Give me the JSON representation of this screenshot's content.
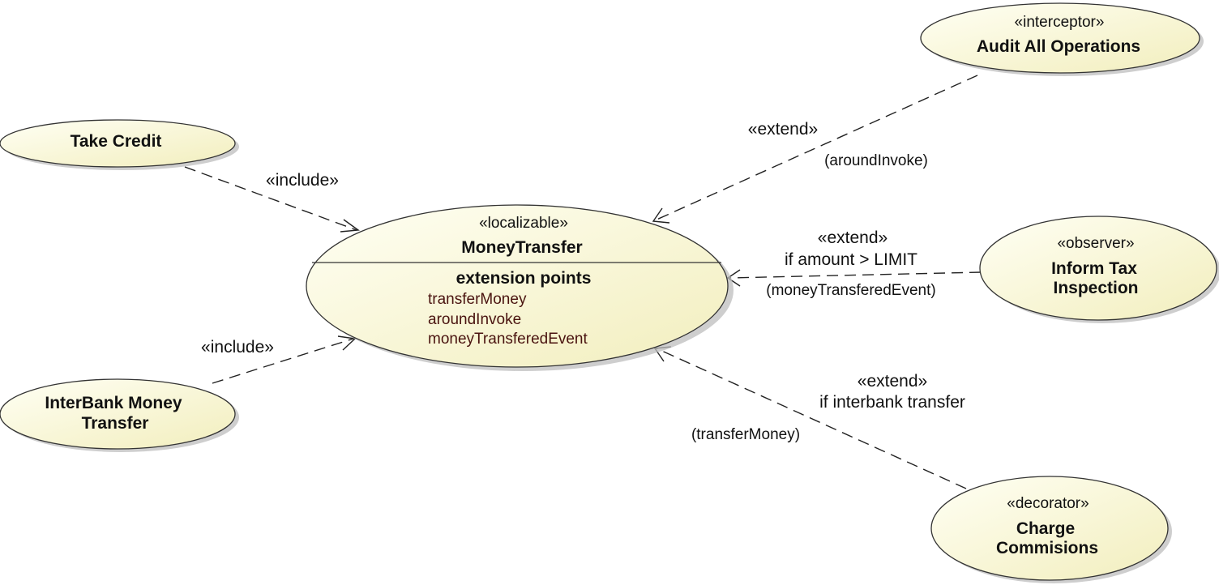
{
  "colors": {
    "usecase_fill_light": "#fffff0",
    "usecase_fill_dark": "#f3f0c2",
    "outline": "#333333",
    "line": "#222222",
    "extension_point_text": "#4a1410"
  },
  "main_usecase": {
    "stereotype": "«localizable»",
    "name": "MoneyTransfer",
    "extension_points_title": "extension points",
    "extension_points": [
      "transferMoney",
      "aroundInvoke",
      "moneyTransferedEvent"
    ]
  },
  "usecases": {
    "take_credit": {
      "name": "Take Credit"
    },
    "interbank": {
      "name_line1": "InterBank Money",
      "name_line2": "Transfer"
    },
    "audit": {
      "stereotype": "«interceptor»",
      "name": "Audit All Operations"
    },
    "inform_tax": {
      "stereotype": "«observer»",
      "name_line1": "Inform Tax",
      "name_line2": "Inspection"
    },
    "charge": {
      "stereotype": "«decorator»",
      "name_line1": "Charge",
      "name_line2": "Commisions"
    }
  },
  "relations": {
    "include_take_credit": {
      "label": "«include»"
    },
    "include_interbank": {
      "label": "«include»"
    },
    "extend_audit": {
      "label": "«extend»",
      "point": "(aroundInvoke)"
    },
    "extend_inform_tax": {
      "label": "«extend»",
      "condition": "if amount > LIMIT",
      "point": "(moneyTransferedEvent)"
    },
    "extend_charge": {
      "label": "«extend»",
      "condition": "if interbank transfer",
      "point": "(transferMoney)"
    }
  }
}
